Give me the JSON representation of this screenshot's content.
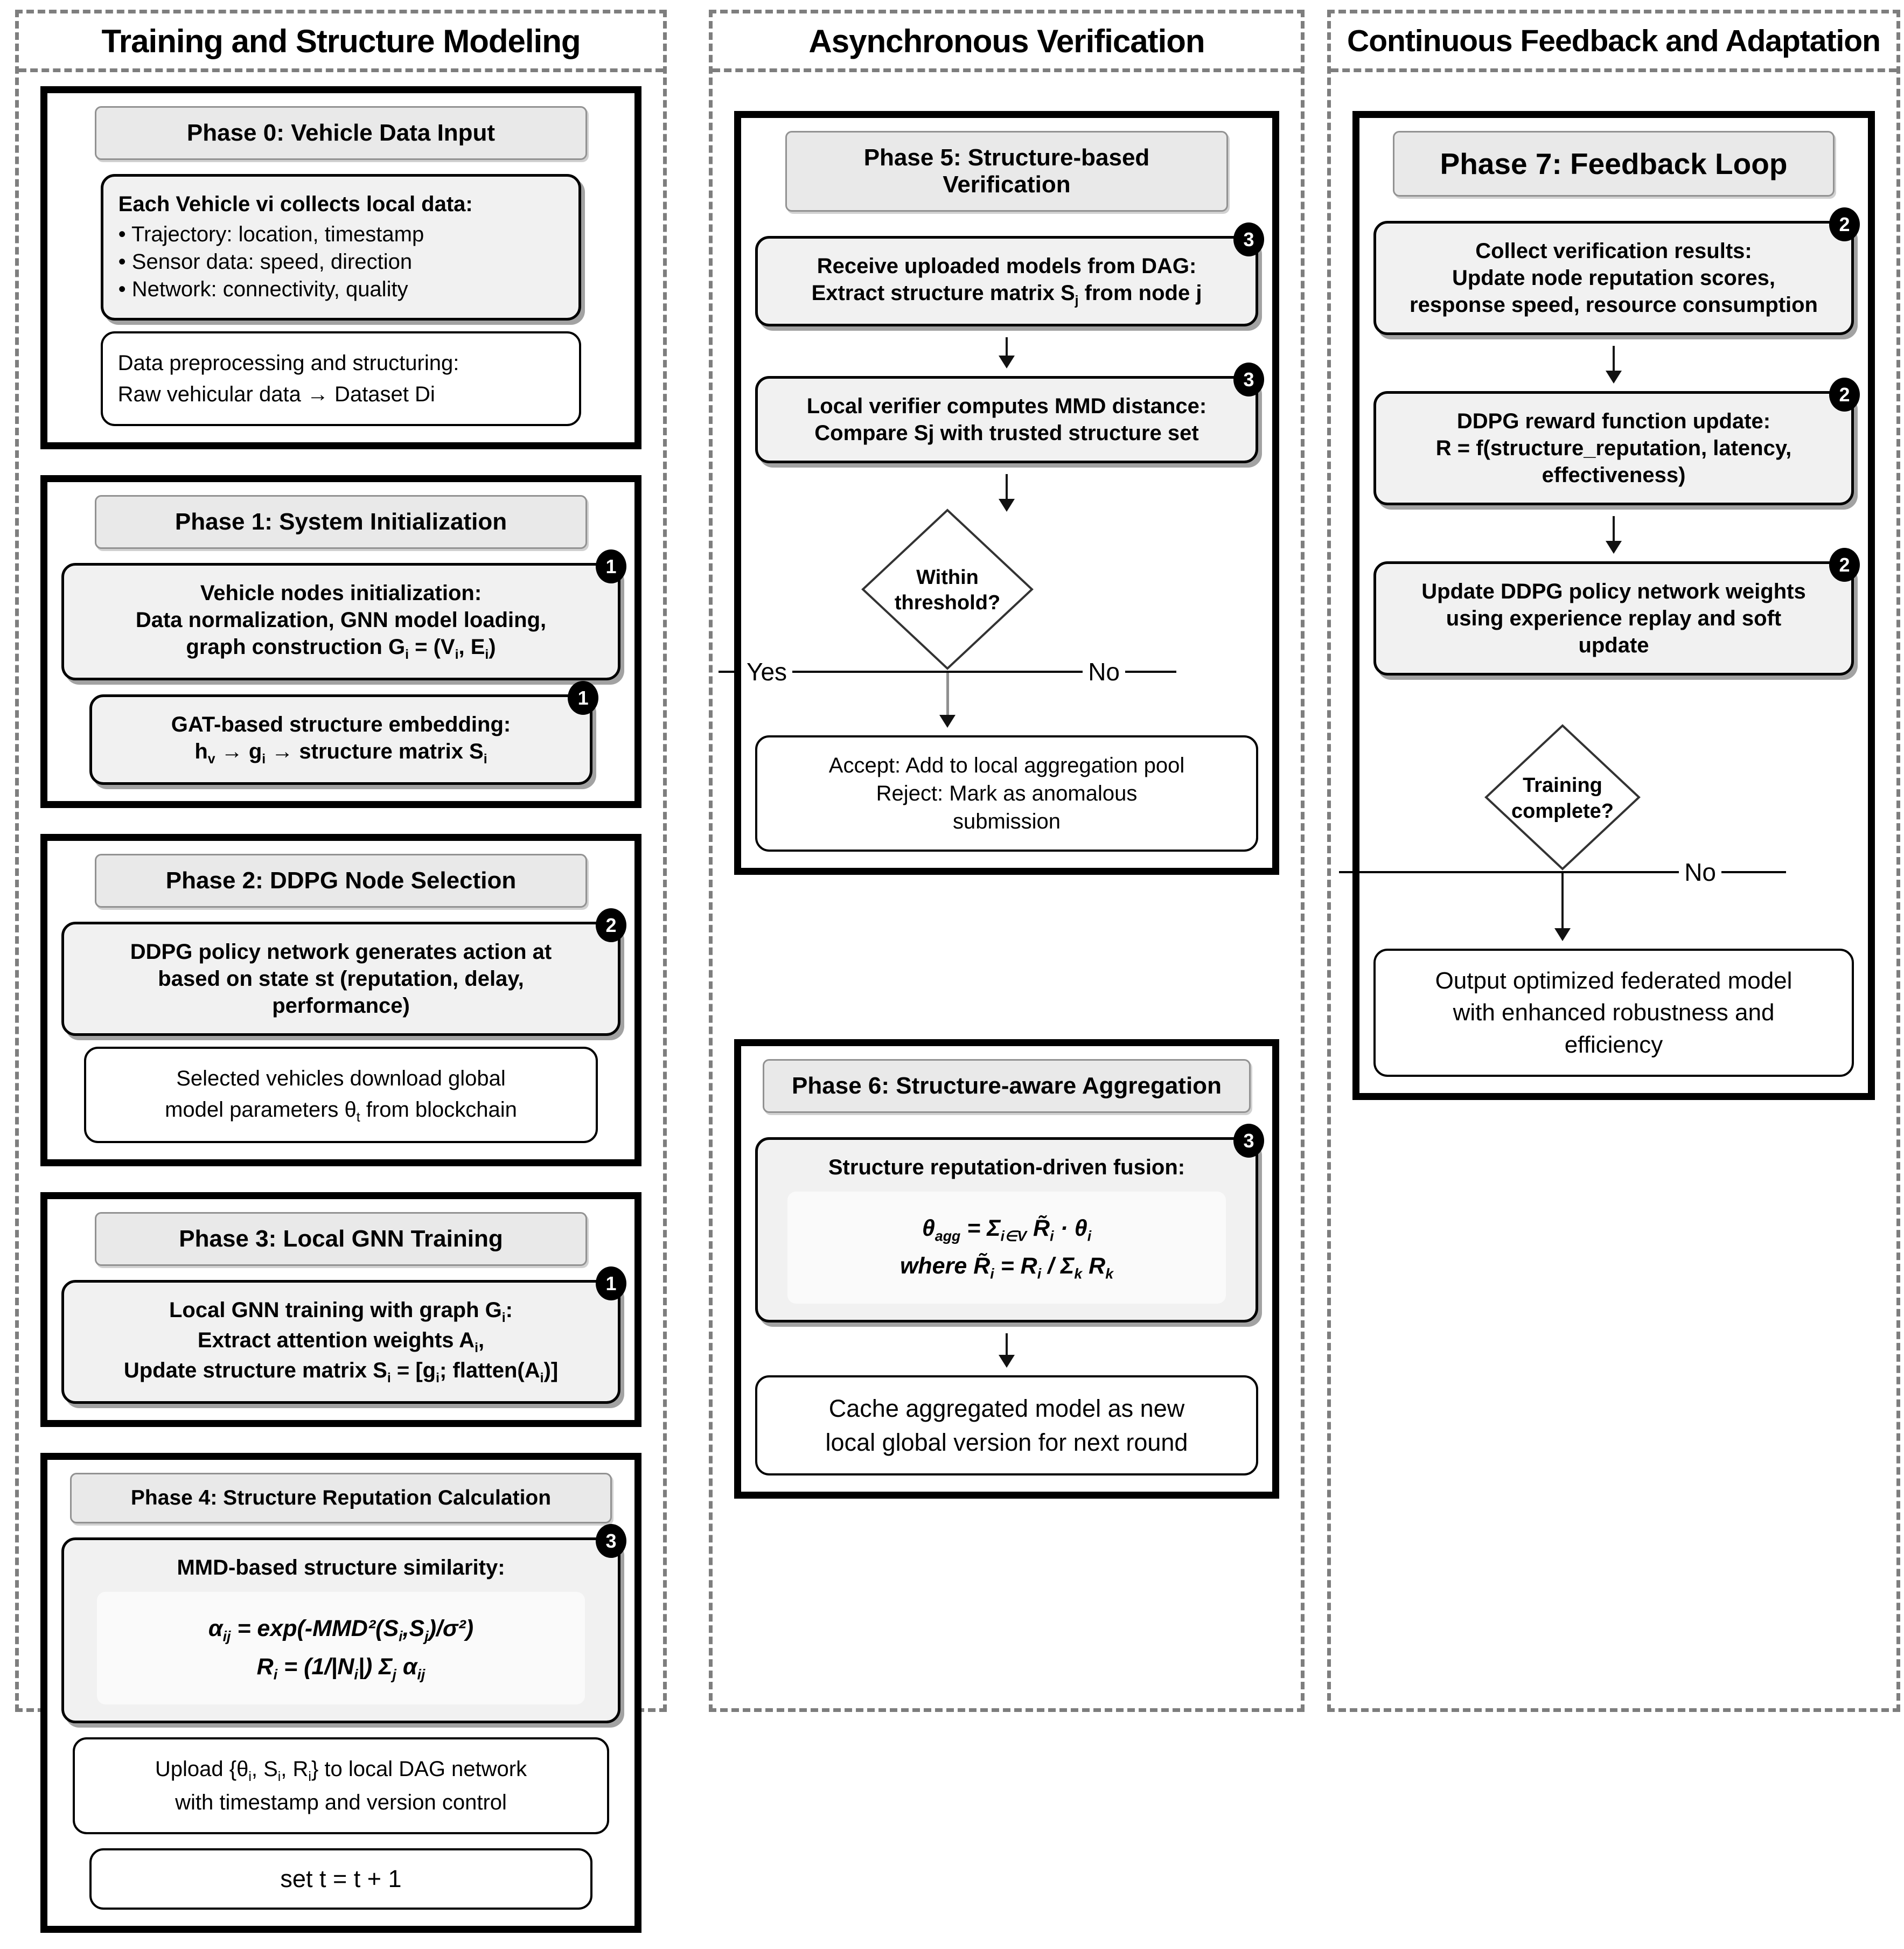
{
  "col1": {
    "title": "Training and Structure Modeling",
    "phase0": {
      "header": "Phase 0: Vehicle Data Input",
      "collect_box": {
        "title": "Each Vehicle vi collects local data:",
        "bullets": [
          "• Trajectory: location, timestamp",
          "• Sensor data: speed, direction",
          "• Network: connectivity, quality"
        ]
      },
      "preprocess_box": "Data preprocessing and structuring:\nRaw vehicular data → Dataset Di"
    },
    "phase1": {
      "header": "Phase 1: System Initialization",
      "init_box": {
        "badge": "1",
        "text": "Vehicle nodes initialization:\nData normalization, GNN model loading,\ngraph construction G~i~ = (V~i~, E~i~)"
      },
      "gat_box": {
        "badge": "1",
        "text": "GAT-based structure embedding:\nh~v~ → g~i~ → structure matrix S~i~"
      }
    },
    "phase2": {
      "header": "Phase 2: DDPG Node Selection",
      "policy_box": {
        "badge": "2",
        "text": "DDPG policy network generates action at\nbased on state st (reputation, delay,\nperformance)"
      },
      "download_box": "Selected vehicles download global\nmodel parameters θ~t~ from blockchain"
    },
    "phase3": {
      "header": "Phase 3: Local GNN Training",
      "train_box": {
        "badge": "1",
        "text": "Local GNN training with graph G~i~:\nExtract attention weights A~i~,\nUpdate structure matrix S~i~ = [g~i~; flatten(A~i~)]"
      }
    },
    "phase4": {
      "header": "Phase 4: Structure Reputation Calculation",
      "mmd_box": {
        "badge": "3",
        "title": "MMD-based structure similarity:",
        "formulas": "α~ij~ = exp(-MMD²(S~i~,S~j~)/σ²)\nR~i~ = (1/|N~i~|) Σ~j~ α~ij~"
      },
      "upload_box": "Upload {θ~i~, S~i~, R~i~} to local DAG network\nwith timestamp and version control",
      "set_box": "set t = t + 1"
    }
  },
  "col2": {
    "title": "Asynchronous Verification",
    "phase5": {
      "header": "Phase 5: Structure-based Verification",
      "receive_box": {
        "badge": "3",
        "text": "Receive uploaded models from DAG:\nExtract structure matrix S~j~ from node j"
      },
      "verify_box": {
        "badge": "3",
        "text": "Local verifier computes MMD distance:\nCompare Sj with trusted structure set"
      },
      "decision": {
        "text": "Within\nthreshold?",
        "yes_label": "Yes",
        "no_label": "No"
      },
      "result_box": "Accept: Add to local aggregation pool\nReject: Mark as anomalous\nsubmission"
    },
    "phase6": {
      "header": "Phase 6: Structure-aware Aggregation",
      "fusion_box": {
        "badge": "3",
        "title": "Structure reputation-driven fusion:",
        "formulas": "θ~agg~ = Σ~i∈V~ R̃~i~ · θ~i~\nwhere R̃~i~ = R~i~ / Σ~k~ R~k~"
      },
      "cache_box": "Cache aggregated model as new\nlocal global version for next round"
    }
  },
  "col3": {
    "title": "Continuous Feedback and Adaptation",
    "phase7": {
      "header": "Phase 7: Feedback Loop",
      "collect_box": {
        "badge": "2",
        "text": "Collect verification results:\nUpdate node reputation scores,\nresponse speed, resource consumption"
      },
      "reward_box": {
        "badge": "2",
        "text": "DDPG reward function update:\nR = f(structure_reputation, latency,\neffectiveness)"
      },
      "update_box": {
        "badge": "2",
        "text": "Update DDPG policy network weights\nusing experience replay and soft\nupdate"
      },
      "decision": {
        "text": "Training\ncomplete?",
        "no_label": "No"
      },
      "output_box": "Output optimized federated model\nwith enhanced robustness and\nefficiency"
    }
  }
}
